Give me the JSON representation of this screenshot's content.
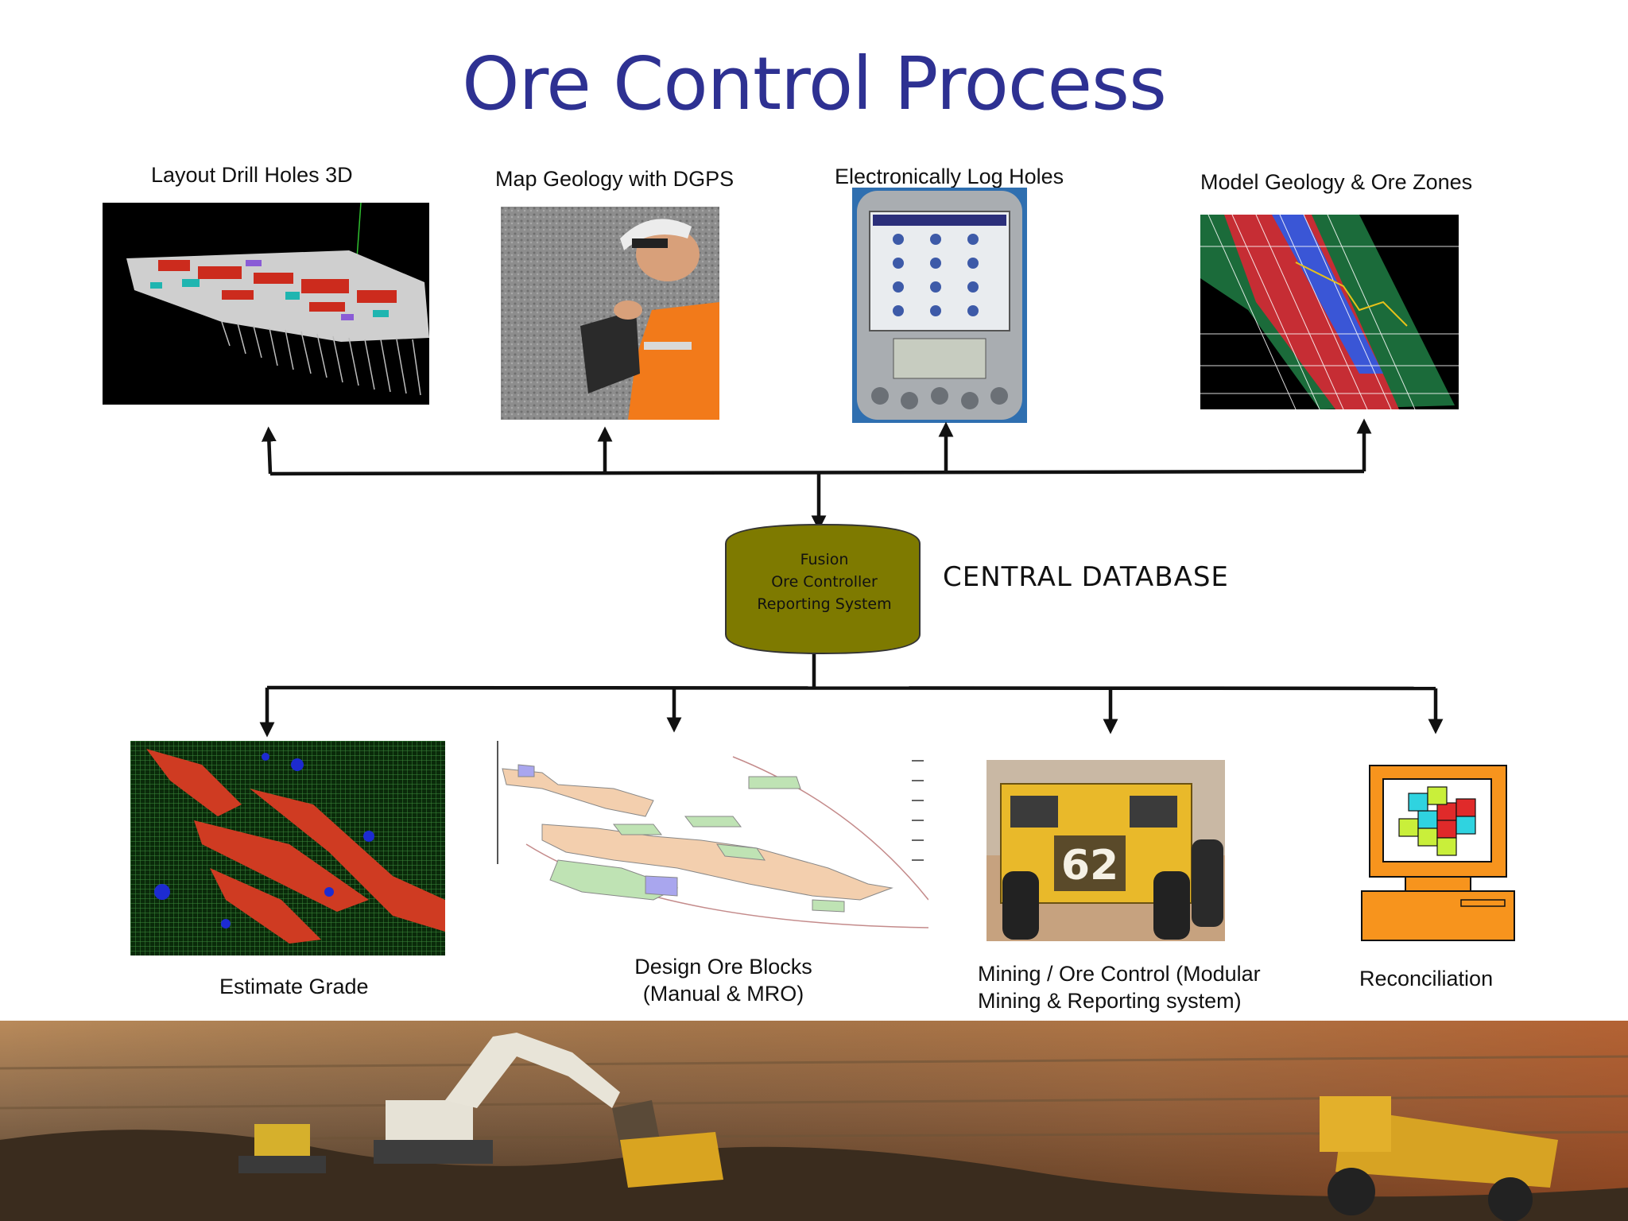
{
  "title": "Ore Control Process",
  "top_steps": [
    {
      "label": "Layout Drill Holes 3D"
    },
    {
      "label": "Map Geology with DGPS"
    },
    {
      "label": "Electronically Log Holes"
    },
    {
      "label": "Model Geology & Ore Zones"
    }
  ],
  "database": {
    "line1": "Fusion",
    "line2": "Ore Controller",
    "line3": "Reporting System",
    "caption": "CENTRAL  DATABASE",
    "fill": "#7e7a00"
  },
  "bottom_steps": [
    {
      "label": "Estimate Grade"
    },
    {
      "line1": "Design Ore Blocks",
      "line2": "(Manual & MRO)"
    },
    {
      "line1": "Mining / Ore Control (Modular",
      "line2": "Mining & Reporting system)"
    },
    {
      "label": "Reconciliation"
    }
  ],
  "truck_number": "62",
  "colors": {
    "title": "#2e3192",
    "arrow": "#111111",
    "monitor": "#f7941d"
  }
}
